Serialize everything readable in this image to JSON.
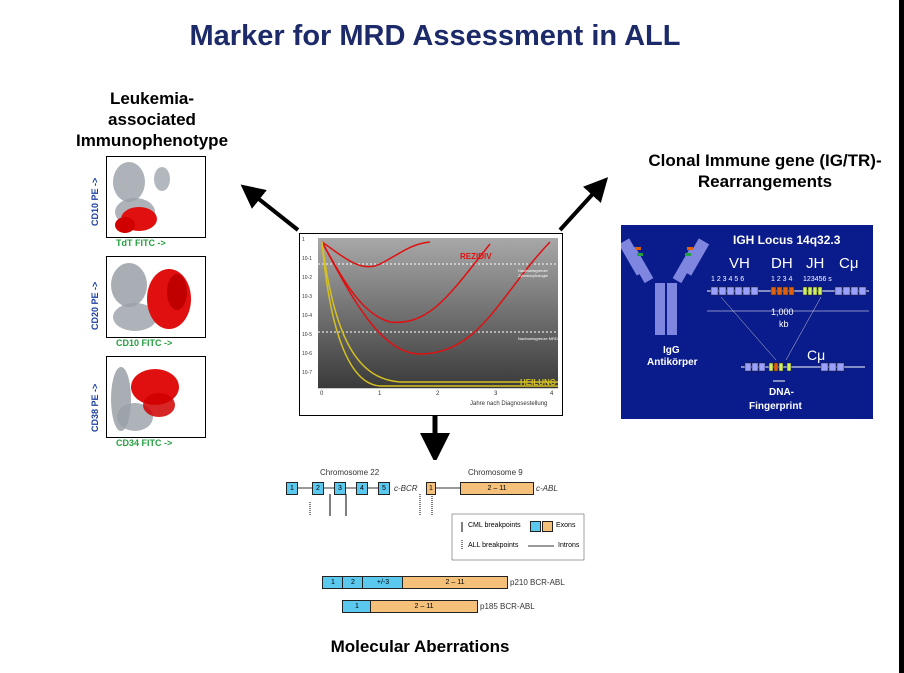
{
  "title": "Marker for MRD Assessment in ALL",
  "left_heading": {
    "line1": "Leukemia-",
    "line2": "associated",
    "line3": "Immunophenotype"
  },
  "right_heading": {
    "line1": "Clonal Immune gene (IG/TR)-",
    "line2": "Rearrangements"
  },
  "bottom_heading": "Molecular Aberrations",
  "facs": [
    {
      "y_label": "CD10 PE ->",
      "x_label": "TdT FITC ->"
    },
    {
      "y_label": "CD20 PE ->",
      "x_label": "CD10 FITC ->"
    },
    {
      "y_label": "CD38 PE ->",
      "x_label": "CD34 FITC ->"
    }
  ],
  "mrd_chart": {
    "relapse_label": "REZIDIV",
    "cure_label": "HEILUNG",
    "x_axis_label": "Jahre nach Diagnosestellung",
    "y_ticks": [
      "1",
      "10-1",
      "10-2",
      "10-3",
      "10-4",
      "10-5",
      "10-6",
      "10-7"
    ],
    "x_ticks": [
      "0",
      "1",
      "2",
      "3",
      "4"
    ],
    "note1": "Nachweisgrenze Zytomorphologie",
    "note2": "Nachweisgrenze MRD"
  },
  "igh": {
    "title": "IGH Locus 14q32.3",
    "vh": "VH",
    "dh": "DH",
    "jh": "JH",
    "cmu": "Cμ",
    "vh_nums": "1 2 3 4 5 6",
    "dh_nums": "1 2 3 4",
    "jh_nums": "123456 s",
    "distance": "1,000",
    "distance_unit": "kb",
    "antibody_line1": "IgG",
    "antibody_line2": "Antikörper",
    "cmu2": "Cμ",
    "fp_line1": "DNA-",
    "fp_line2": "Fingerprint"
  },
  "molecular": {
    "chr22": "Chromosome 22",
    "chr9": "Chromosome 9",
    "bcr": "c-BCR",
    "abl": "c-ABL",
    "bcr_exons": [
      "1",
      "2",
      "3",
      "4",
      "5"
    ],
    "abl_exon1": "1",
    "abl_exons": "2 – 11",
    "legend_cml": "CML breakpoints",
    "legend_all": "ALL breakpoints",
    "legend_exons": "Exons",
    "legend_introns": "Introns",
    "p210_exons": [
      "1",
      "2",
      "+/-3",
      "2 – 11"
    ],
    "p210_label": "p210 BCR-ABL",
    "p185_exons": [
      "1",
      "2 – 11"
    ],
    "p185_label": "p185 BCR-ABL"
  }
}
